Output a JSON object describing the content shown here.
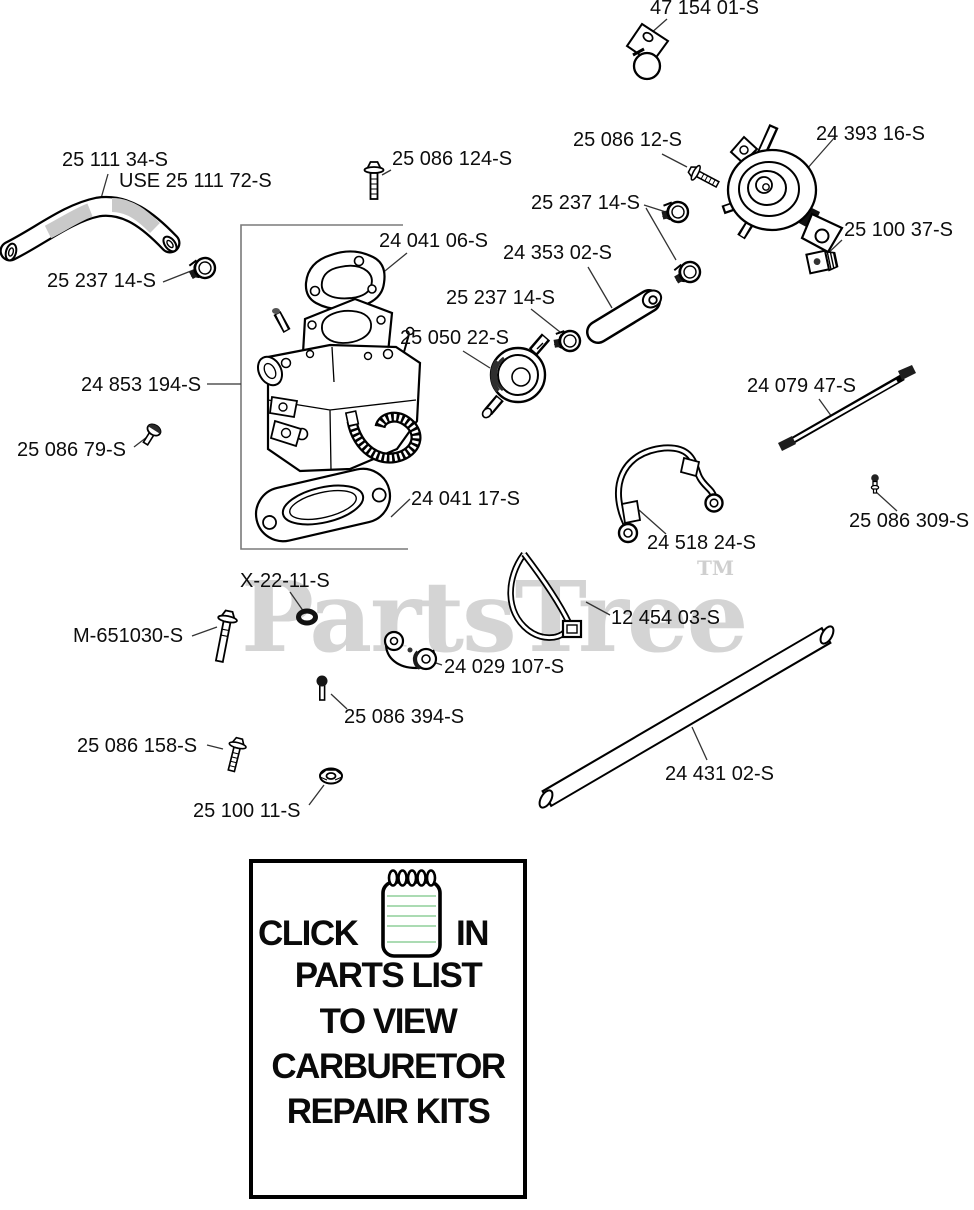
{
  "watermark": {
    "text": "PartsTree",
    "tm": "TM",
    "color": "#d4d4d4"
  },
  "diagram": {
    "parts": [
      {
        "label": "47 154 01-S",
        "icon": "cable-clamp-icon"
      },
      {
        "label": "24 393 16-S",
        "icon": "fuel-pump-icon"
      },
      {
        "label": "25 086 12-S",
        "icon": "flange-screw-icon"
      },
      {
        "label": "25 111 34-S",
        "icon": "fuel-hose-icon"
      },
      {
        "label": "25 086 124-S",
        "icon": "flange-screw-icon"
      },
      {
        "label": "USE 25 111 72-S",
        "icon": "supersession-note"
      },
      {
        "label": "25 237 14-S",
        "icon": "hose-clamp-icon"
      },
      {
        "label": "25 100 37-S",
        "icon": "fitting-icon"
      },
      {
        "label": "24 041 06-S",
        "icon": "gasket-icon"
      },
      {
        "label": "24 353 02-S",
        "icon": "tube-icon"
      },
      {
        "label": "25 237 14-S",
        "icon": "hose-clamp-icon"
      },
      {
        "label": "25 237 14-S",
        "icon": "hose-clamp-icon"
      },
      {
        "label": "25 050 22-S",
        "icon": "fuel-filter-icon"
      },
      {
        "label": "24 853 194-S",
        "icon": "carburetor-icon"
      },
      {
        "label": "24 079 47-S",
        "icon": "rod-icon"
      },
      {
        "label": "25 086 79-S",
        "icon": "screw-icon"
      },
      {
        "label": "24 041 17-S",
        "icon": "gasket-icon"
      },
      {
        "label": "25 086 309-S",
        "icon": "screw-icon"
      },
      {
        "label": "24 518 24-S",
        "icon": "ground-strap-icon"
      },
      {
        "label": "X-22-11-S",
        "icon": "o-ring-icon"
      },
      {
        "label": "12 454 03-S",
        "icon": "cable-tie-icon"
      },
      {
        "label": "M-651030-S",
        "icon": "long-bolt-icon"
      },
      {
        "label": "24 029 107-S",
        "icon": "lever-bracket-icon"
      },
      {
        "label": "25 086 394-S",
        "icon": "screw-icon"
      },
      {
        "label": "25 086 158-S",
        "icon": "flange-screw-icon"
      },
      {
        "label": "24 431 02-S",
        "icon": "cross-tube-icon"
      },
      {
        "label": "25 100 11-S",
        "icon": "hex-nut-icon"
      }
    ]
  },
  "info_box": {
    "click": "CLICK",
    "in": "IN",
    "line2": "PARTS LIST",
    "line3": "TO VIEW",
    "line4": "CARBURETOR",
    "line5": "REPAIR KITS",
    "icon": "notepad-icon"
  },
  "colors": {
    "line_art": "#000000",
    "leader_line": "#333333",
    "frame": "#7a7a7a",
    "watermark": "#d4d4d4",
    "notepad_rule": "#8fcf9a",
    "box_border": "#000000"
  }
}
